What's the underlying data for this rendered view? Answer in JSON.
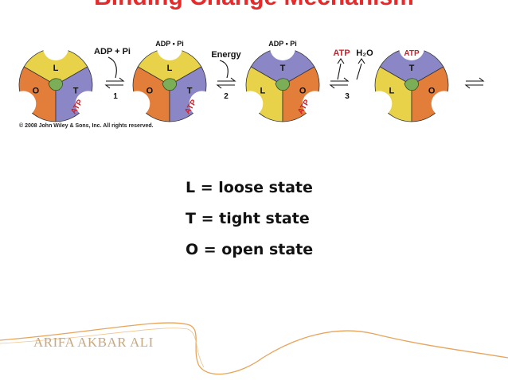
{
  "slide": {
    "title": "Binding Change Mechanism",
    "copyright": "© 2008 John Wiley & Sons, Inc. All rights reserved.",
    "author": "ARIFA AKBAR ALI"
  },
  "colors": {
    "title": "#e8292a",
    "loose": "#e8d24a",
    "tight": "#8b87c7",
    "open": "#e37d3a",
    "shaft": "#7cae57",
    "atp_label": "#cc2128",
    "author": "#c8a87e"
  },
  "diagram": {
    "stages": [
      {
        "top": "L",
        "left": "O",
        "right": "T",
        "substrate": "",
        "product": "ATP"
      },
      {
        "top": "L",
        "left": "O",
        "right": "T",
        "substrate": "ADP • Pi",
        "product": "ATP"
      },
      {
        "top": "T",
        "left": "L",
        "right": "O",
        "substrate": "ADP • Pi",
        "product": "ATP"
      },
      {
        "top": "T",
        "left": "L",
        "right": "O",
        "substrate": "",
        "product": "ATP"
      }
    ],
    "steps": [
      {
        "number": "1",
        "label": "ADP + Pi"
      },
      {
        "number": "2",
        "label": "Energy"
      },
      {
        "number": "3",
        "label_atp": "ATP",
        "label_water": "H₂O"
      }
    ]
  },
  "legend": [
    {
      "text": "L = loose state"
    },
    {
      "text": "T = tight state"
    },
    {
      "text": "O = open state"
    }
  ]
}
